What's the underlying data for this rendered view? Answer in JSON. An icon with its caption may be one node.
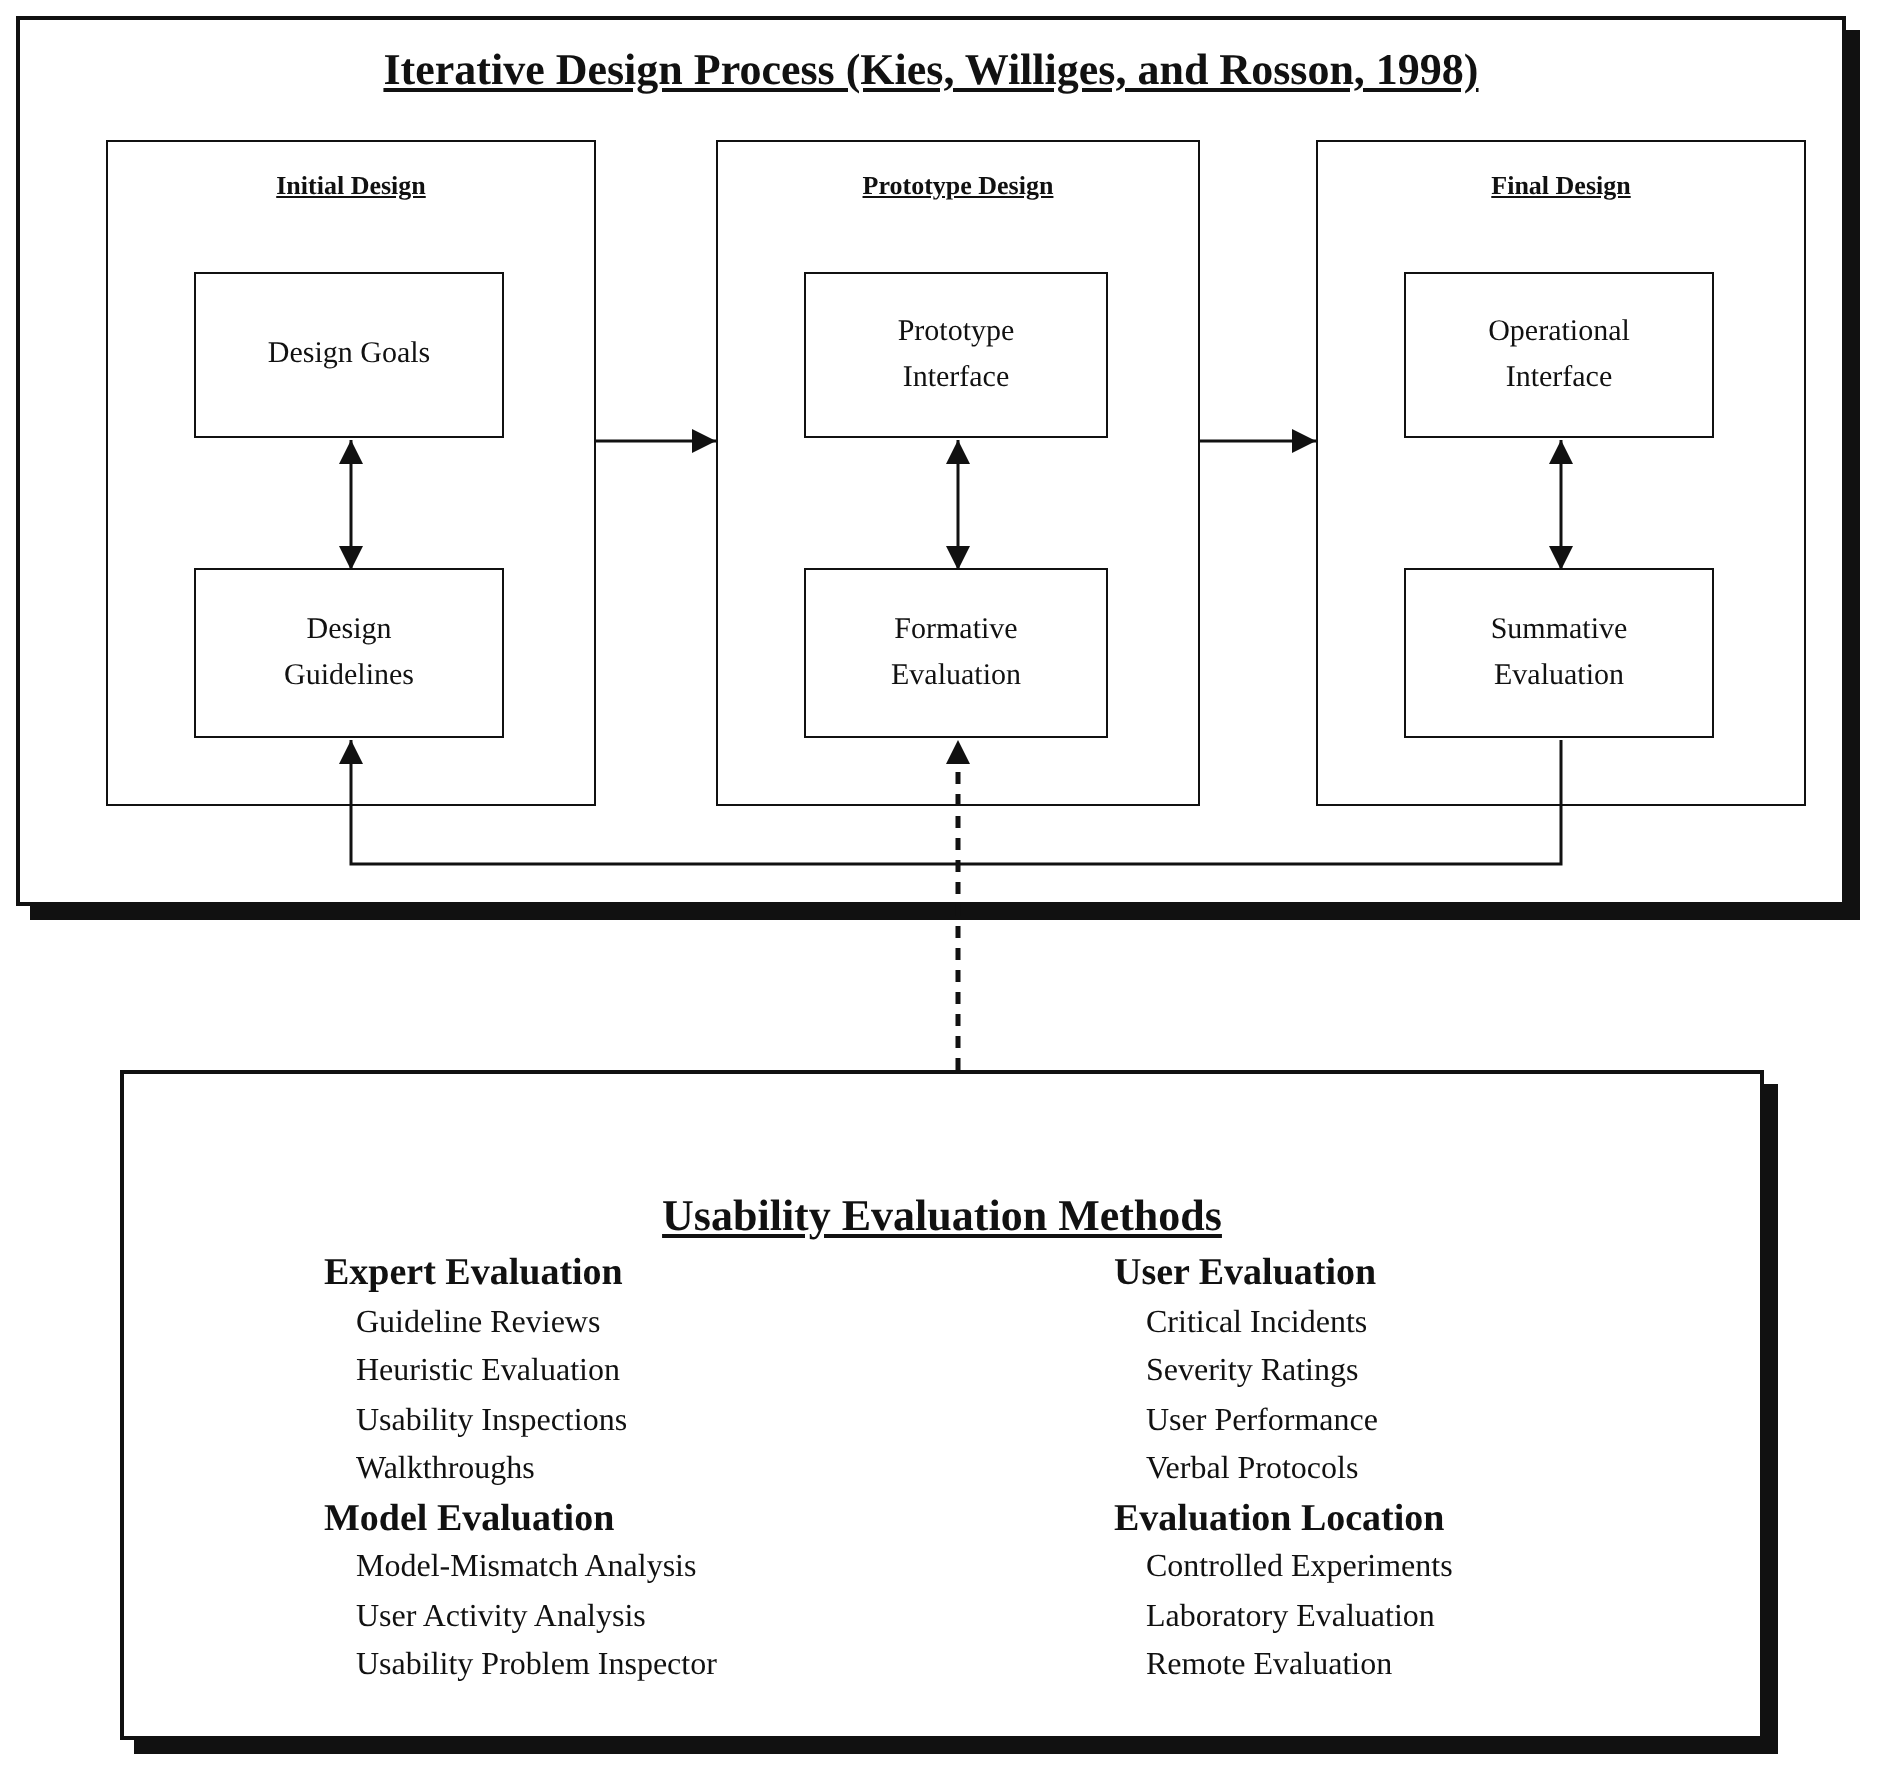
{
  "diagram": {
    "nodes": [
      {
        "text": [
          "Iterative Design Process (Kies, Williges, and Rosson, 1998)"
        ]
      },
      {
        "text": [
          "Initial Design"
        ],
        "in": 0
      },
      {
        "text": [
          "Design Goals"
        ],
        "in": 1
      },
      {
        "text": [
          "Design Guidelines"
        ],
        "in": 1
      },
      {
        "text": [
          "Prototype Design"
        ],
        "in": 0
      },
      {
        "text": [
          "Prototype Interface"
        ],
        "in": 4
      },
      {
        "text": [
          "Formative Evaluation"
        ],
        "in": 4
      },
      {
        "text": [
          "Final Design"
        ],
        "in": 0
      },
      {
        "text": [
          "Operational Interface"
        ],
        "in": 7
      },
      {
        "text": [
          "Summative Evaluation"
        ],
        "in": 7
      },
      {
        "text": [
          "Usability Evaluation Methods",
          "Expert Evaluation",
          "Guideline Reviews",
          "Heuristic Evaluation",
          "Usability Inspections",
          "Walkthroughs",
          "Model Evaluation",
          "Model-Mismatch Analysis",
          "User Activity Analysis",
          "Usability Problem Inspector",
          "User Evaluation",
          "Critical Incidents",
          "Severity Ratings",
          "User Performance",
          "Verbal Protocols",
          "Evaluation Location",
          "Controlled Experiments",
          "Laboratory Evaluation",
          "Remote Evaluation"
        ]
      }
    ],
    "edges": [
      {
        "from": 1,
        "to": 4,
        "arrow": "to"
      },
      {
        "from": 4,
        "to": 7,
        "arrow": "to"
      },
      {
        "from": 2,
        "to": 3,
        "arrow": "both"
      },
      {
        "from": 5,
        "to": 6,
        "arrow": "both"
      },
      {
        "from": 8,
        "to": 9,
        "arrow": "both"
      },
      {
        "from": 9,
        "to": 3,
        "arrow": "to"
      },
      {
        "from": 10,
        "to": 6,
        "arrow": "to",
        "style": "dashed"
      }
    ]
  }
}
